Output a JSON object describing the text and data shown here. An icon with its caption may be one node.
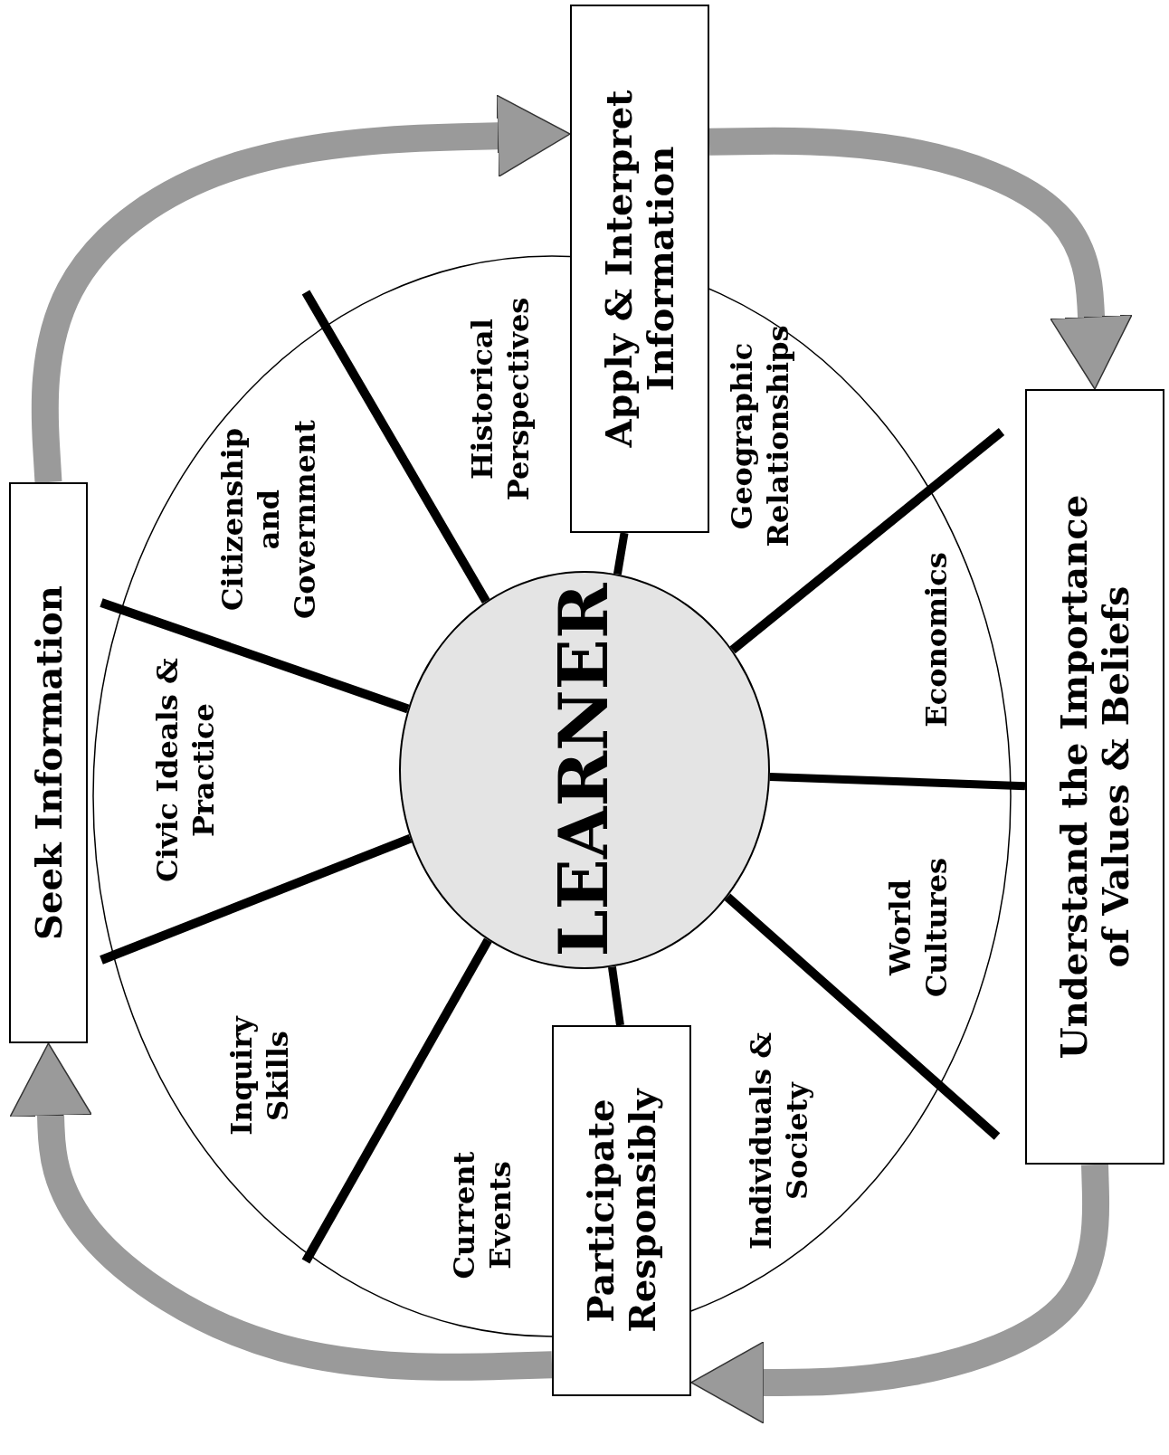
{
  "diagram": {
    "nodes": [
      {
        "text": [
          "Seek Information"
        ]
      },
      {
        "text": [
          "Apply & Interpret Information"
        ]
      },
      {
        "text": [
          "Understand the Importance of Values & Beliefs"
        ]
      },
      {
        "text": [
          "Participate Responsibly"
        ]
      },
      {
        "text": [
          "LEARNER"
        ]
      }
    ],
    "edges": [
      {
        "from": 0,
        "to": 1,
        "arrow": "to"
      },
      {
        "from": 1,
        "to": 2,
        "arrow": "to"
      },
      {
        "from": 2,
        "to": 3,
        "arrow": "to"
      },
      {
        "from": 3,
        "to": 0,
        "arrow": "to"
      },
      {
        "from": 4,
        "to": 1,
        "arrow": "none",
        "color": "#000000"
      },
      {
        "from": 4,
        "to": 2,
        "arrow": "none",
        "color": "#000000"
      },
      {
        "from": 4,
        "to": 3,
        "arrow": "none",
        "color": "#000000"
      }
    ],
    "labels": [
      "Civic Ideals & Practice",
      "Citizenship and Government",
      "Historical Perspectives",
      "Geographic Relationships",
      "Economics",
      "World Cultures",
      "Individuals & Society",
      "Current Events",
      "Inquiry Skills"
    ]
  }
}
